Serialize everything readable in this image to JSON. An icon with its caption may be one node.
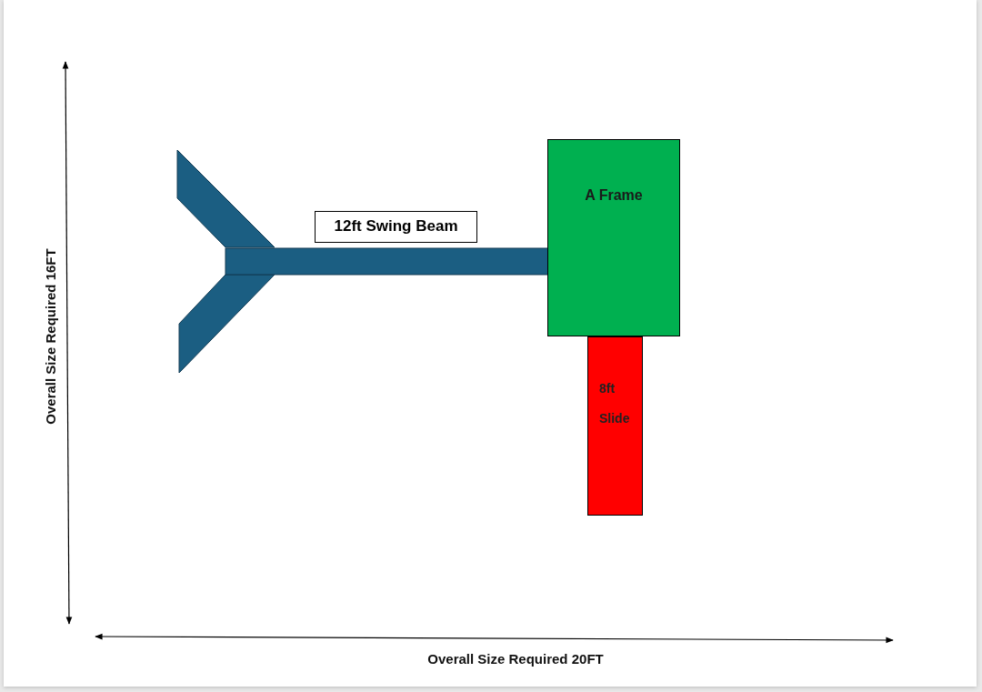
{
  "diagram": {
    "nodes": [
      {
        "text": [
          "12ft Swing Beam"
        ]
      },
      {
        "text": [
          "A Frame"
        ]
      },
      {
        "text": [
          "8ft Slide"
        ]
      }
    ],
    "labels": [
      "Overall Size Required 16FT",
      "Overall Size Required 20FT"
    ]
  }
}
